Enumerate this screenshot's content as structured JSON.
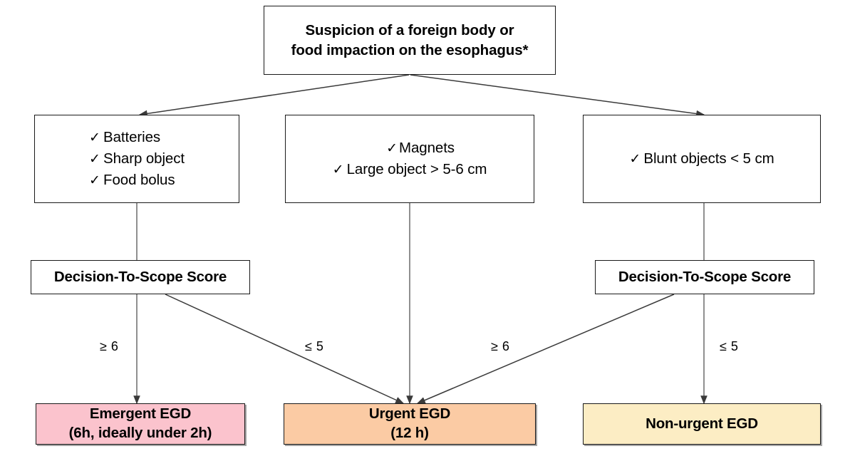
{
  "diagram": {
    "title": "Suspicion of a foreign body or food impaction on the esophagus*",
    "root": {
      "line1": "Suspicion of a foreign body or",
      "line2": "food impaction on the esophagus*"
    },
    "criteria": [
      {
        "id": "criteria-emergent",
        "items": [
          {
            "tick": "✓",
            "text": "Batteries"
          },
          {
            "tick": "✓",
            "text": "Sharp object"
          },
          {
            "tick": "✓",
            "text": "Food bolus"
          }
        ]
      },
      {
        "id": "criteria-urgent",
        "items": [
          {
            "tick": "✓",
            "text": "Magnets"
          },
          {
            "tick": "✓",
            "text": "Large object > 5-6 cm"
          }
        ]
      },
      {
        "id": "criteria-blunt",
        "items": [
          {
            "tick": "✓",
            "text": "Blunt objects < 5 cm"
          }
        ]
      }
    ],
    "score_boxes": [
      {
        "id": "score-left",
        "label": "Decision-To-Scope Score"
      },
      {
        "id": "score-right",
        "label": "Decision-To-Scope Score"
      }
    ],
    "edge_labels": [
      {
        "id": "label-left-high",
        "text": "≥ 6"
      },
      {
        "id": "label-left-low",
        "text": "≤ 5"
      },
      {
        "id": "label-right-high",
        "text": "≥ 6"
      },
      {
        "id": "label-right-low",
        "text": "≤ 5"
      }
    ],
    "outcomes": [
      {
        "id": "outcome-emergent",
        "line1": "Emergent EGD",
        "line2": "(6h, ideally under 2h)",
        "color": "#FBC3CD"
      },
      {
        "id": "outcome-urgent",
        "line1": "Urgent EGD",
        "line2": "(12 h)",
        "color": "#FBCBA4"
      },
      {
        "id": "outcome-nonurgent",
        "line1": "Non-urgent EGD",
        "line2": "",
        "color": "#FCEDC4"
      }
    ],
    "colors": {
      "emergent": "#FBC3CD",
      "urgent": "#FBCBA4",
      "nonurgent": "#FCEDC4",
      "stroke": "#1a1a1a",
      "background": "#ffffff"
    }
  }
}
